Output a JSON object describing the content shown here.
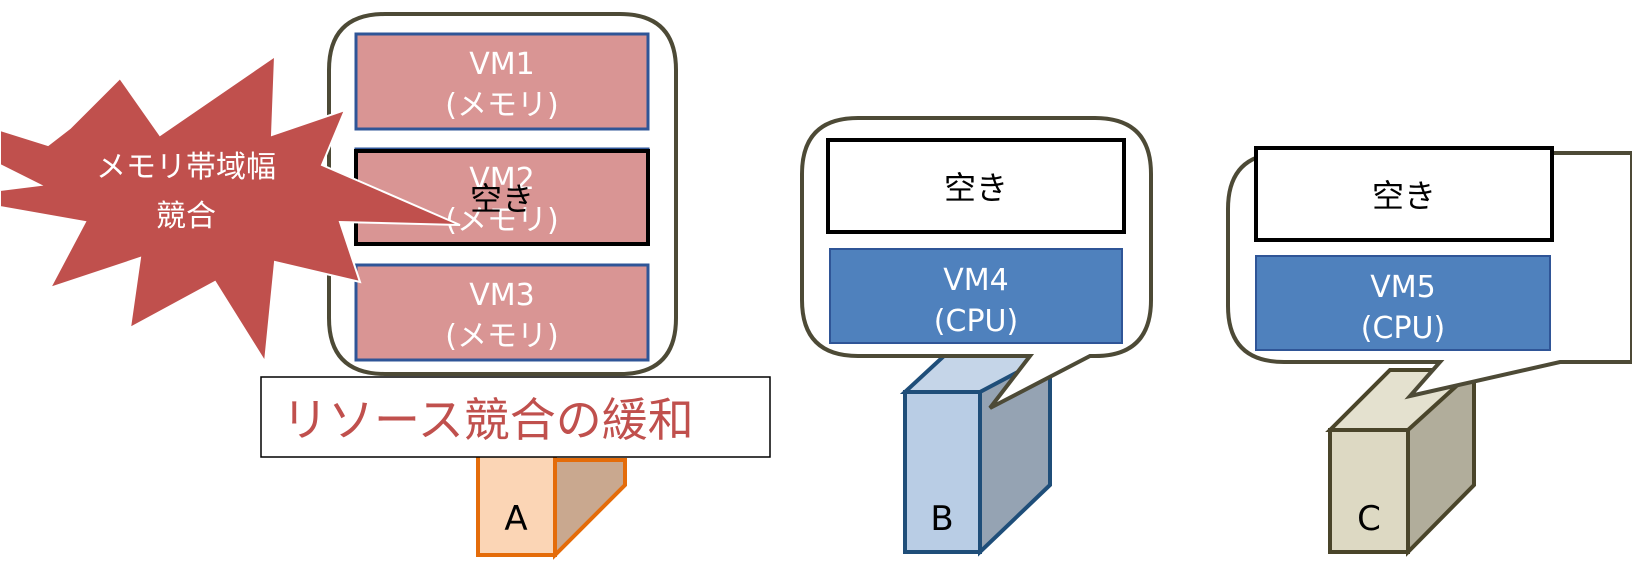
{
  "servers": [
    {
      "id": "A",
      "label": "A",
      "colors": {
        "front": "#fbd5b5",
        "side": "#c9a88f",
        "stroke": "#e46c0a"
      },
      "slots": [
        {
          "line1": "VM1",
          "line2": "(メモリ)"
        },
        {
          "line1": "VM2",
          "line2": "(メモリ)"
        },
        {
          "line1": "VM3",
          "line2": "(メモリ)"
        }
      ],
      "overlay_box": "空き",
      "caption": "リソース競合の緩和"
    },
    {
      "id": "B",
      "label": "B",
      "colors": {
        "front": "#b9cde5",
        "side": "#95a3b3",
        "stroke": "#1f4e79"
      },
      "free_box": "空き",
      "vm": {
        "line1": "VM4",
        "line2": "(CPU)"
      }
    },
    {
      "id": "C",
      "label": "C",
      "colors": {
        "front": "#ddd9c3",
        "side": "#b1ad9b",
        "stroke": "#4a452a"
      },
      "free_box": "空き",
      "vm": {
        "line1": "VM5",
        "line2": "(CPU)"
      }
    }
  ],
  "burst": {
    "line1": "メモリ帯域幅",
    "line2": "競合",
    "color": "#c0504d"
  },
  "colors": {
    "memory_vm_fill": "#d99594",
    "memory_vm_stroke": "#2f5597",
    "cpu_vm_fill": "#4f81bd",
    "bubble_stroke": "#4d4a36",
    "caption_text": "#c0504d"
  }
}
